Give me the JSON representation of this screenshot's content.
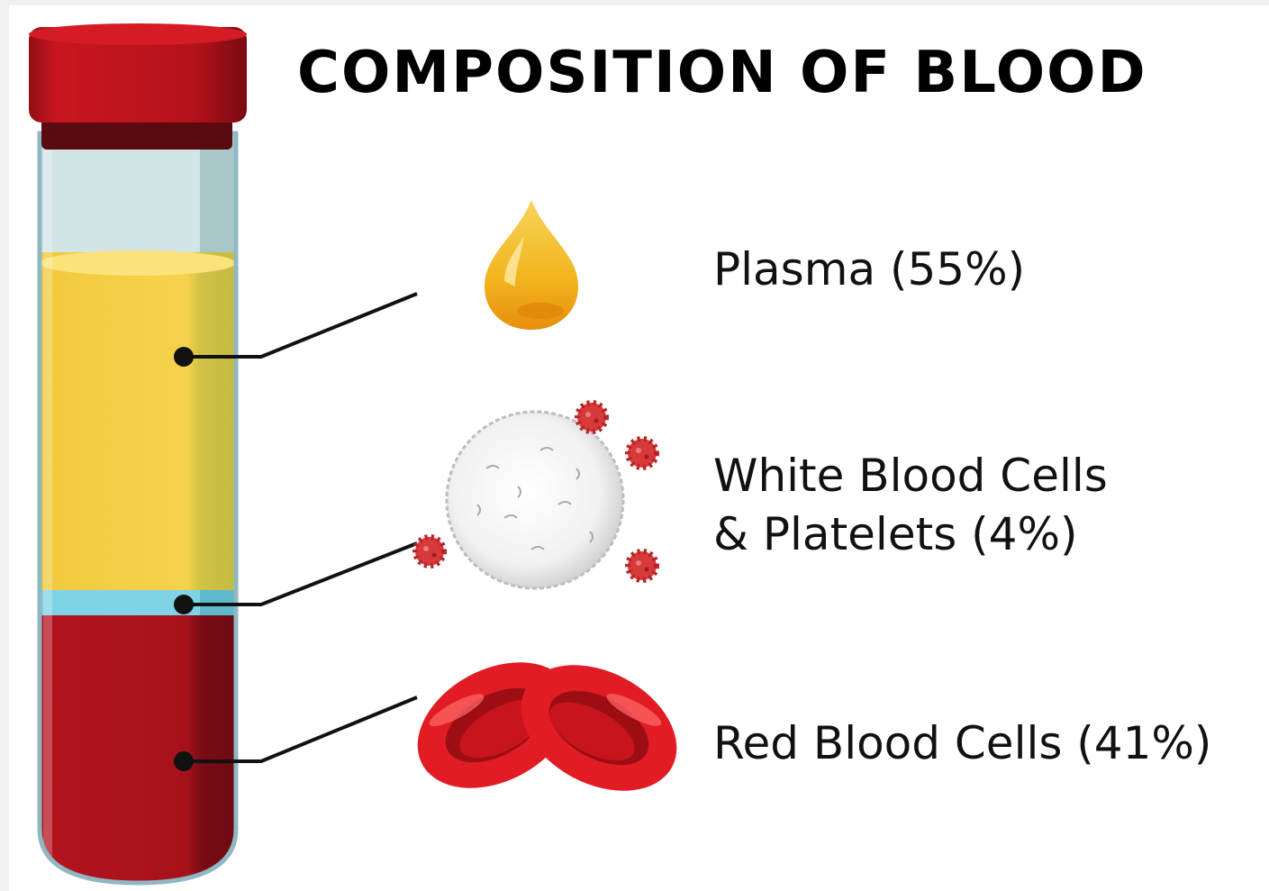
{
  "title": "COMPOSITION OF BLOOD",
  "components": [
    {
      "name": "Plasma",
      "percent": 55,
      "label_lines": [
        "Plasma (55%)"
      ],
      "color": "#f6d24c"
    },
    {
      "name": "White Blood Cells & Platelets",
      "percent": 4,
      "label_lines": [
        "White Blood Cells",
        "& Platelets (4%)"
      ],
      "color": "#7fd3e6"
    },
    {
      "name": "Red Blood Cells",
      "percent": 41,
      "label_lines": [
        "Red Blood Cells (41%)"
      ],
      "color": "#a6121c"
    }
  ],
  "colors": {
    "cap": "#b5121b",
    "plasma": "#f6d24c",
    "buffy_coat": "#7fd3e6",
    "red_cells": "#a6121c",
    "glass": "#cfe6ee",
    "leader_line": "#111111"
  },
  "icons": {
    "plasma": "plasma-drop-icon",
    "white_cells": "white-blood-cell-icon",
    "platelet": "platelet-icon",
    "red_cells": "red-blood-cells-icon"
  }
}
